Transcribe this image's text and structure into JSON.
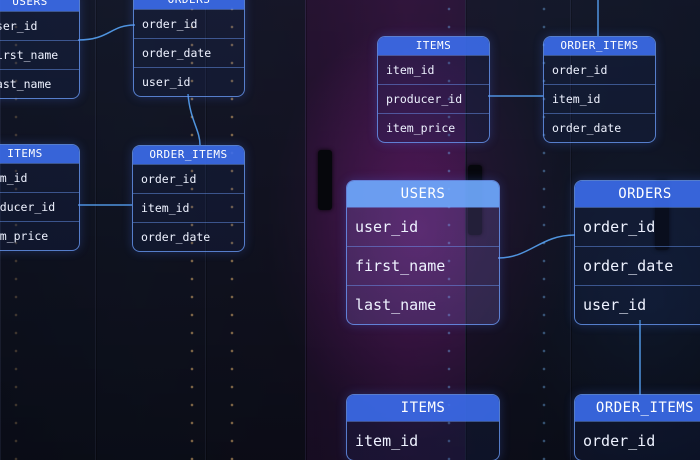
{
  "tables": [
    {
      "id": "users_top_left",
      "title": "USERS",
      "fields": [
        "user_id",
        "first_name",
        "last_name"
      ]
    },
    {
      "id": "orders_top",
      "title": "ORDERS",
      "fields": [
        "order_id",
        "order_date",
        "user_id"
      ]
    },
    {
      "id": "items_left",
      "title": "ITEMS",
      "fields": [
        "item_id",
        "producer_id",
        "item_price"
      ]
    },
    {
      "id": "order_items_mid",
      "title": "ORDER_ITEMS",
      "fields": [
        "order_id",
        "item_id",
        "order_date"
      ]
    },
    {
      "id": "items_top_right",
      "title": "ITEMS",
      "fields": [
        "item_id",
        "producer_id",
        "item_price"
      ]
    },
    {
      "id": "order_items_top_right",
      "title": "ORDER_ITEMS",
      "fields": [
        "order_id",
        "item_id",
        "order_date"
      ]
    },
    {
      "id": "users_center",
      "title": "USERS",
      "fields": [
        "user_id",
        "first_name",
        "last_name"
      ]
    },
    {
      "id": "orders_right",
      "title": "ORDERS",
      "fields": [
        "order_id",
        "order_date",
        "user_id"
      ]
    },
    {
      "id": "items_bottom",
      "title": "ITEMS",
      "fields": [
        "item_id"
      ]
    },
    {
      "id": "order_items_bottom",
      "title": "ORDER_ITEMS",
      "fields": [
        "order_id"
      ]
    }
  ],
  "colors": {
    "header": "#3c6ef0",
    "border": "#6ea0ff",
    "glow_magenta": "#aa28aa"
  }
}
